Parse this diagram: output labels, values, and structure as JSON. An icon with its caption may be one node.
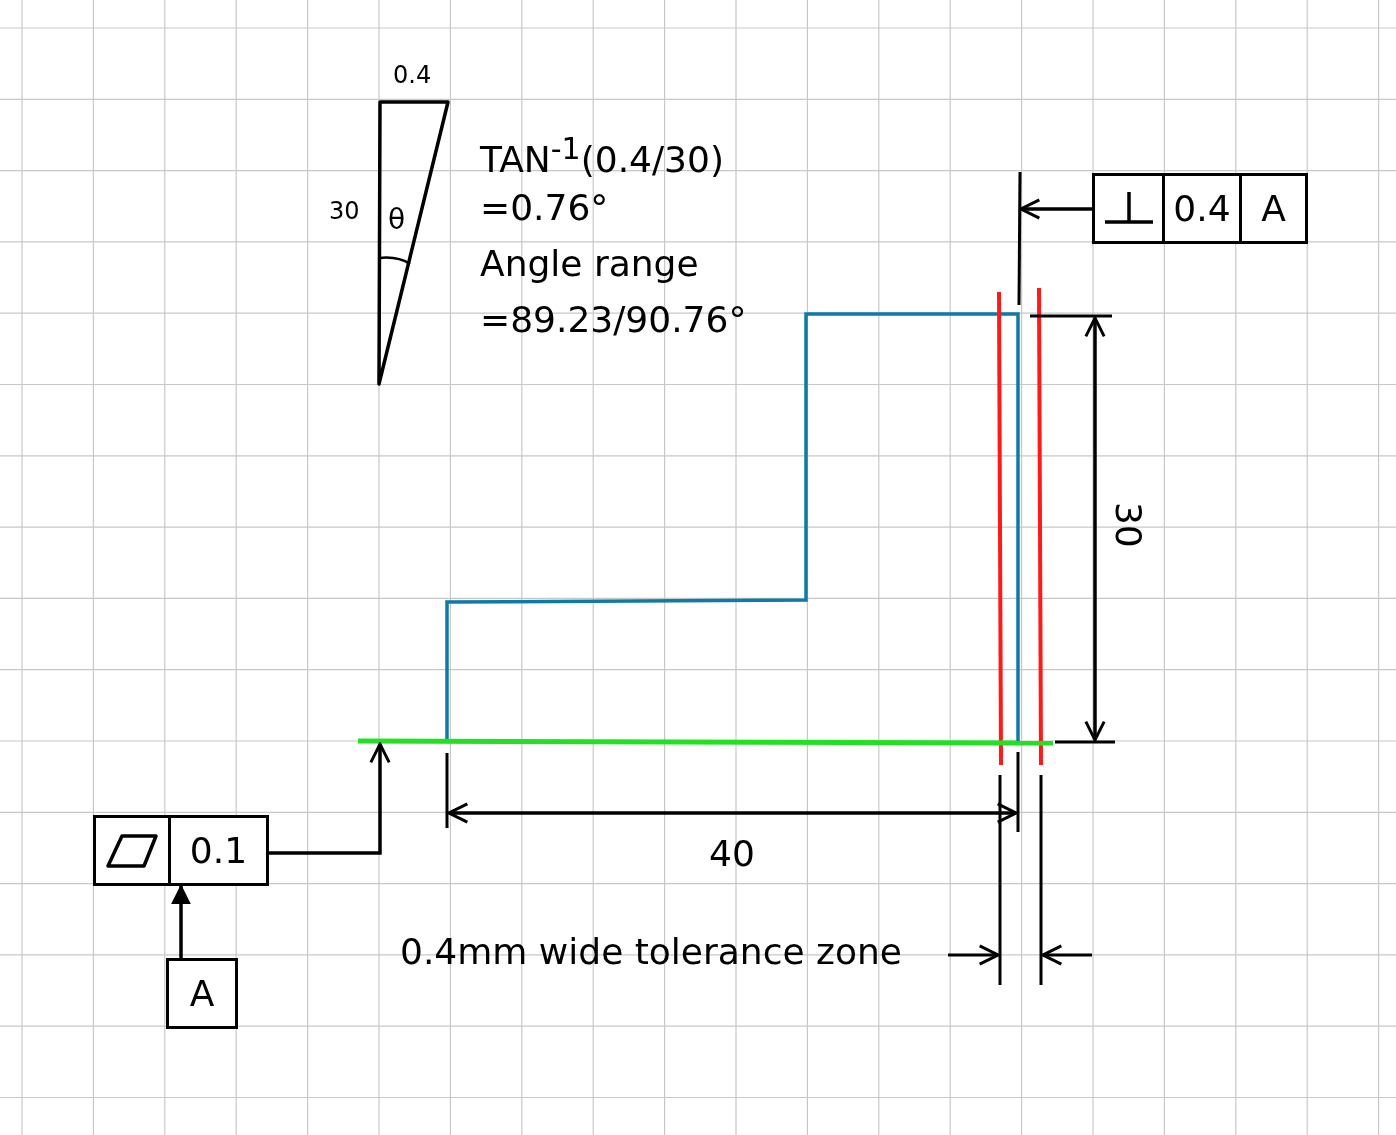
{
  "diagram": {
    "nodes": [
      {
        "text": [
          "0.1"
        ]
      },
      {
        "text": [
          "A"
        ]
      },
      {
        "text": [
          "0.4",
          "A"
        ]
      }
    ],
    "edges": [
      {
        "from": 0,
        "to": null,
        "arrow": "to"
      },
      {
        "from": 1,
        "to": 0,
        "arrow": "to"
      },
      {
        "from": 2,
        "to": null,
        "arrow": "to"
      }
    ],
    "labels": [
      "0.4",
      "30",
      "θ",
      "TAN$^{-1}$(0.4/30)",
      "=0.76°",
      "Angle range",
      "=89.23/90.76°",
      "30",
      "40",
      "0.4mm wide tolerance zone"
    ]
  }
}
